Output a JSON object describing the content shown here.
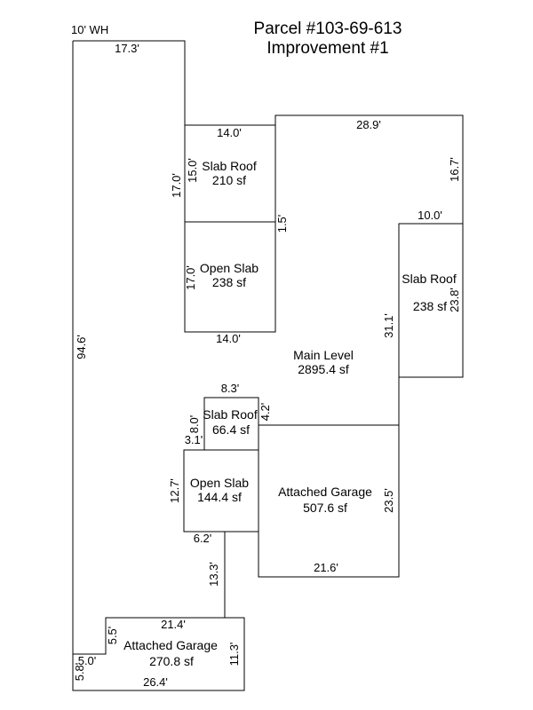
{
  "header": {
    "title": "Parcel #103-69-613",
    "subtitle": "Improvement #1",
    "corner_note": "10' WH"
  },
  "areas": {
    "slab_roof_top": {
      "name": "Slab Roof",
      "size": "210 sf"
    },
    "open_slab_top": {
      "name": "Open Slab",
      "size": "238 sf"
    },
    "slab_roof_right": {
      "name": "Slab Roof",
      "size": "238 sf"
    },
    "main_level": {
      "name": "Main Level",
      "size": "2895.4 sf"
    },
    "slab_roof_small": {
      "name": "Slab Roof",
      "size": "66.4 sf"
    },
    "open_slab_bottom": {
      "name": "Open Slab",
      "size": "144.4 sf"
    },
    "garage_main": {
      "name": "Attached Garage",
      "size": "507.6 sf"
    },
    "garage_bottom": {
      "name": "Attached Garage",
      "size": "270.8 sf"
    }
  },
  "dims": {
    "top_left_width": "17.3'",
    "left_height": "94.6'",
    "slab_top_width": "14.0'",
    "slab_top_height": "15.0'",
    "slab_col_height": "17.0'",
    "open_slab_height": "17.0'",
    "open_slab_width": "14.0'",
    "main_top_width": "28.9'",
    "right_upper_height": "16.7'",
    "step_height": "1.5'",
    "right_room_width": "10.0'",
    "right_room_height": "23.8'",
    "main_right_height": "31.1'",
    "small_slab_width": "8.3'",
    "small_slab_height": "8.0'",
    "small_slab_right": "4.2'",
    "small_offset": "3.1'",
    "open_slab_b_height": "12.7'",
    "notch_width": "6.2'",
    "connector_height": "13.3'",
    "garage_height": "23.5'",
    "garage_width": "21.6'",
    "bottom_garage_top": "21.4'",
    "bottom_garage_step": "5.5'",
    "bottom_garage_right": "11.3'",
    "bottom_garage_bottom": "26.4'",
    "bottom_left_a": "5.0'",
    "bottom_left_b": "5.8'"
  }
}
